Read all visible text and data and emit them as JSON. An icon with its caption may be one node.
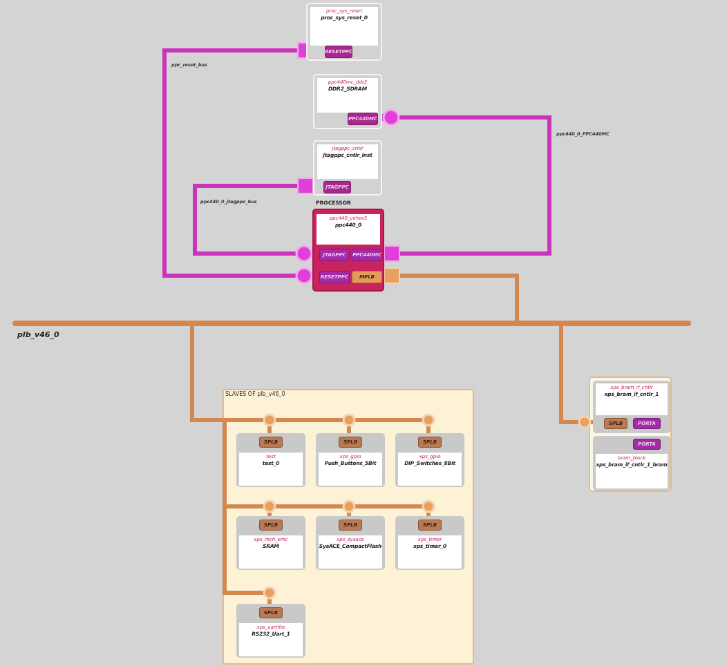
{
  "diagram": {
    "nodes": [
      {
        "text": [
          "proc_sys_reset",
          "proc_sys_reset_0"
        ]
      },
      {
        "text": [
          "RESETPPC"
        ],
        "in": 0
      },
      {
        "text": [
          "ppc440mc_ddr2",
          "DDR2_SDRAM"
        ]
      },
      {
        "text": [
          "PPC440MC"
        ],
        "in": 2
      },
      {
        "text": [
          "jtagppc_cntlr",
          "jtagppc_cntlr_inst"
        ]
      },
      {
        "text": [
          "JTAGPPC"
        ],
        "in": 4
      },
      {
        "text": [
          "ppc440_virtex5",
          "ppc440_0"
        ],
        "beside": [
          "PROCESSOR"
        ]
      },
      {
        "text": [
          "JTAGPPC"
        ],
        "in": 6
      },
      {
        "text": [
          "PPC440MC"
        ],
        "in": 6
      },
      {
        "text": [
          "RESETPPC"
        ],
        "in": 6
      },
      {
        "text": [
          "MPLB"
        ],
        "in": 6
      },
      {
        "text": [],
        "shape": "bar",
        "beside": [
          "plb_v46_0"
        ]
      },
      {
        "text": [
          "SLAVES OF plb_v46_0"
        ]
      },
      {
        "text": [
          "test",
          "test_0"
        ],
        "in": 12
      },
      {
        "text": [
          "SPLB"
        ],
        "in": 13
      },
      {
        "text": [
          "xps_gpio",
          "Push_Buttons_5Bit"
        ],
        "in": 12
      },
      {
        "text": [
          "SPLB"
        ],
        "in": 15
      },
      {
        "text": [
          "xps_gpio",
          "DIP_Switches_8Bit"
        ],
        "in": 12
      },
      {
        "text": [
          "SPLB"
        ],
        "in": 17
      },
      {
        "text": [
          "xps_mch_emc",
          "SRAM"
        ],
        "in": 12
      },
      {
        "text": [
          "SPLB"
        ],
        "in": 19
      },
      {
        "text": [
          "xps_sysace",
          "SysACE_CompactFlash"
        ],
        "in": 12
      },
      {
        "text": [
          "SPLB"
        ],
        "in": 21
      },
      {
        "text": [
          "xps_timer",
          "xps_timer_0"
        ],
        "in": 12
      },
      {
        "text": [
          "SPLB"
        ],
        "in": 23
      },
      {
        "text": [
          "xps_uartlite",
          "RS232_Uart_1"
        ],
        "in": 12
      },
      {
        "text": [
          "SPLB"
        ],
        "in": 25
      },
      {
        "text": [],
        "shape": "box"
      },
      {
        "text": [
          "xps_bram_if_cntlr",
          "xps_bram_if_cntlr_1"
        ],
        "in": 27
      },
      {
        "text": [
          "SPLB"
        ],
        "in": 28
      },
      {
        "text": [
          "PORTA"
        ],
        "in": 28
      },
      {
        "text": [
          "bram_block",
          "xps_bram_if_cntlr_1_bram"
        ],
        "in": 27
      },
      {
        "text": [
          "PORTA"
        ],
        "in": 31
      }
    ],
    "edges": [
      {
        "from": 1,
        "to": 9,
        "arrow": "both",
        "label": "ppc_reset_bus",
        "color": "#cc33bb"
      },
      {
        "from": 5,
        "to": 7,
        "arrow": "both",
        "label": "ppc440_0_jtagppc_bus",
        "color": "#cc33bb"
      },
      {
        "from": 3,
        "to": 8,
        "arrow": "both",
        "label": "ppc440_0_PPC440MC",
        "color": "#cc33bb"
      },
      {
        "from": 10,
        "to": 11,
        "arrow": "none"
      },
      {
        "from": 11,
        "to": 14,
        "arrow": "none"
      },
      {
        "from": 11,
        "to": 16,
        "arrow": "none"
      },
      {
        "from": 11,
        "to": 18,
        "arrow": "none"
      },
      {
        "from": 11,
        "to": 20,
        "arrow": "none"
      },
      {
        "from": 11,
        "to": 22,
        "arrow": "none"
      },
      {
        "from": 11,
        "to": 24,
        "arrow": "none"
      },
      {
        "from": 11,
        "to": 26,
        "arrow": "none"
      },
      {
        "from": 11,
        "to": 29,
        "arrow": "none"
      }
    ]
  }
}
